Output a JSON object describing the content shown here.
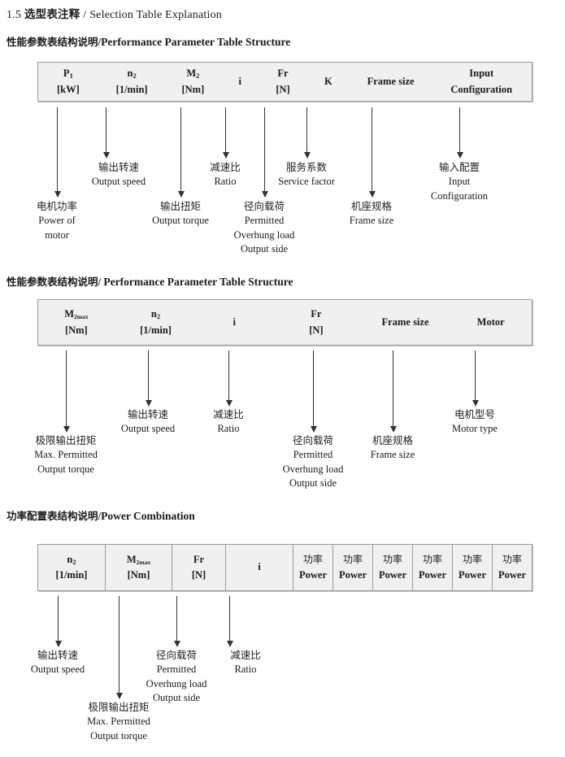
{
  "page": {
    "title_number": "1.5",
    "title_cn": "选型表注释",
    "title_sep": "/",
    "title_en": "Selection Table Explanation"
  },
  "sections": [
    {
      "heading_cn": "性能参数表结构说明",
      "heading_sep": "/",
      "heading_en": "Performance Parameter Table Structure",
      "table": {
        "bordered_cells": false,
        "columns": [
          {
            "line1": "P₁",
            "line2": "[kW]"
          },
          {
            "line1": "n₂",
            "line2": "[1/min]"
          },
          {
            "line1": "M₂",
            "line2": "[Nm]"
          },
          {
            "line1": "i",
            "line2": ""
          },
          {
            "line1": "Fr",
            "line2": "[N]"
          },
          {
            "line1": "K",
            "line2": ""
          },
          {
            "line1": "Frame size",
            "line2": ""
          },
          {
            "line1": "Input",
            "line2": "Configuration"
          }
        ]
      },
      "notes": [
        {
          "cn": "电机功率",
          "en": [
            "Power of",
            "motor"
          ]
        },
        {
          "cn": "输出转速",
          "en": [
            "Output speed"
          ]
        },
        {
          "cn": "输出扭矩",
          "en": [
            "Output torque"
          ]
        },
        {
          "cn": "减速比",
          "en": [
            "Ratio"
          ]
        },
        {
          "cn": "径向载荷",
          "en": [
            "Permitted",
            "Overhung load",
            "Output side"
          ]
        },
        {
          "cn": "服务系数",
          "en": [
            "Service factor"
          ]
        },
        {
          "cn": "机座规格",
          "en": [
            "Frame size"
          ]
        },
        {
          "cn": "输入配置",
          "en": [
            "Input",
            "Configuration"
          ]
        }
      ]
    },
    {
      "heading_cn": "性能参数表结构说明",
      "heading_sep": "/",
      "heading_en": "Performance Parameter Table Structure",
      "table": {
        "bordered_cells": false,
        "columns": [
          {
            "line1": "M₂max",
            "line2": "[Nm]"
          },
          {
            "line1": "n₂",
            "line2": "[1/min]"
          },
          {
            "line1": "i",
            "line2": ""
          },
          {
            "line1": "Fr",
            "line2": "[N]"
          },
          {
            "line1": "Frame size",
            "line2": ""
          },
          {
            "line1": "Motor",
            "line2": ""
          }
        ]
      },
      "notes": [
        {
          "cn": "极限输出扭矩",
          "en": [
            "Max. Permitted",
            "Output  torque"
          ]
        },
        {
          "cn": "输出转速",
          "en": [
            "Output speed"
          ]
        },
        {
          "cn": "减速比",
          "en": [
            "Ratio"
          ]
        },
        {
          "cn": "径向载荷",
          "en": [
            "Permitted",
            "Overhung load",
            "Output side"
          ]
        },
        {
          "cn": "机座规格",
          "en": [
            "Frame size"
          ]
        },
        {
          "cn": "电机型号",
          "en": [
            "Motor type"
          ]
        }
      ]
    },
    {
      "heading_cn": "功率配置表结构说明",
      "heading_sep": "/",
      "heading_en": "Power Combination",
      "table": {
        "bordered_cells": true,
        "columns": [
          {
            "line1": "n₂",
            "line2": "[1/min]"
          },
          {
            "line1": "M₂max",
            "line2": "[Nm]"
          },
          {
            "line1": "Fr",
            "line2": "[N]"
          },
          {
            "line1": "i",
            "line2": ""
          },
          {
            "line1": "功率",
            "line2": "Power"
          },
          {
            "line1": "功率",
            "line2": "Power"
          },
          {
            "line1": "功率",
            "line2": "Power"
          },
          {
            "line1": "功率",
            "line2": "Power"
          },
          {
            "line1": "功率",
            "line2": "Power"
          },
          {
            "line1": "功率",
            "line2": "Power"
          }
        ]
      },
      "notes": [
        {
          "cn": "输出转速",
          "en": [
            "Output speed"
          ]
        },
        {
          "cn": "极限输出扭矩",
          "en": [
            "Max. Permitted",
            "Output  torque"
          ]
        },
        {
          "cn": "径向载荷",
          "en": [
            "Permitted",
            "Overhung load",
            "Output side"
          ]
        },
        {
          "cn": "减速比",
          "en": [
            "Ratio"
          ]
        }
      ]
    }
  ],
  "colors": {
    "table_fill": "#f0f0f0",
    "table_border": "#9a9a9a",
    "arrow": "#333333",
    "text": "#1a1a1a",
    "page_background": "#ffffff"
  }
}
